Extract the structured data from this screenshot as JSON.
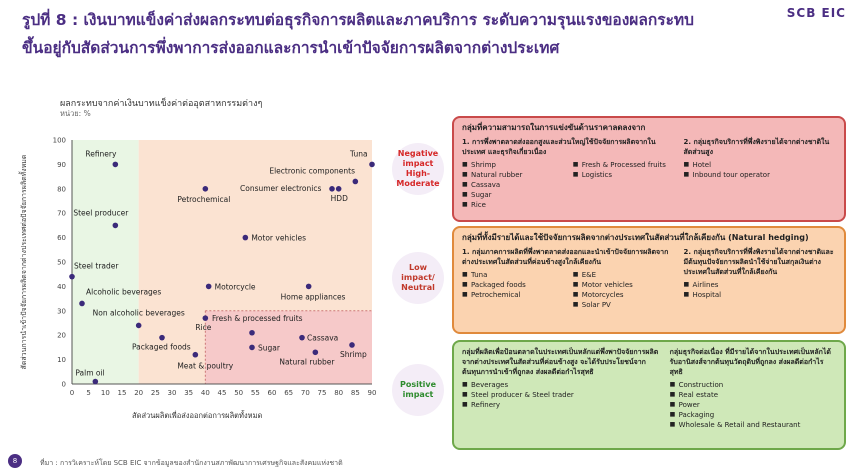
{
  "header": {
    "title_line1": "รูปที่ 8 : เงินบาทแข็งค่าส่งผลกระทบต่อธุรกิจการผลิตและภาคบริการ ระดับความรุนแรงของผลกระทบ",
    "title_line2": "ขึ้นอยู่กับสัดส่วนการพึ่งพาการส่งออกและการนำเข้าปัจจัยการผลิตจากต่างประเทศ",
    "logo": "SCB EIC"
  },
  "chart_data": {
    "type": "scatter",
    "title": "ผลกระทบจากค่าเงินบาทแข็งค่าต่ออุตสาหกรรมต่างๆ",
    "unit": "หน่วย: %",
    "xlabel": "สัดส่วนผลิตเพื่อส่งออกต่อการผลิตทั้งหมด",
    "ylabel": "สัดส่วนการนำเข้าปัจจัยการผลิตจากต่างประเทศต่อปัจจัยการผลิตทั้งหมด",
    "xlim": [
      0,
      90
    ],
    "ylim": [
      0,
      100
    ],
    "xticks": [
      0,
      5,
      10,
      15,
      20,
      25,
      30,
      35,
      40,
      45,
      50,
      55,
      60,
      65,
      70,
      75,
      80,
      85,
      90
    ],
    "yticks": [
      0,
      10,
      20,
      30,
      40,
      50,
      60,
      70,
      80,
      90,
      100
    ],
    "point_color": "#3b2a7a",
    "points": [
      {
        "label": "Tuna",
        "x": 90,
        "y": 90
      },
      {
        "label": "Electronic components",
        "x": 85,
        "y": 83
      },
      {
        "label": "Consumer electronics",
        "x": 78,
        "y": 80
      },
      {
        "label": "HDD",
        "x": 80,
        "y": 80
      },
      {
        "label": "Refinery",
        "x": 13,
        "y": 90
      },
      {
        "label": "Petrochemical",
        "x": 40,
        "y": 80
      },
      {
        "label": "Steel producer",
        "x": 13,
        "y": 65
      },
      {
        "label": "Motor vehicles",
        "x": 52,
        "y": 60
      },
      {
        "label": "Steel trader",
        "x": 0,
        "y": 44
      },
      {
        "label": "Motorcycle",
        "x": 41,
        "y": 40
      },
      {
        "label": "Alcoholic beverages",
        "x": 3,
        "y": 33
      },
      {
        "label": "Home appliances",
        "x": 71,
        "y": 40
      },
      {
        "label": "Non alcoholic beverages",
        "x": 20,
        "y": 24
      },
      {
        "label": "Rice",
        "x": 40,
        "y": 27
      },
      {
        "label": "Fresh & processed fruits",
        "x": 54,
        "y": 21
      },
      {
        "label": "Packaged foods",
        "x": 27,
        "y": 19
      },
      {
        "label": "Cassava",
        "x": 69,
        "y": 19
      },
      {
        "label": "Sugar",
        "x": 54,
        "y": 15
      },
      {
        "label": "Shrimp",
        "x": 84,
        "y": 16
      },
      {
        "label": "Natural rubber",
        "x": 73,
        "y": 13
      },
      {
        "label": "Meat & poultry",
        "x": 37,
        "y": 12
      },
      {
        "label": "Palm oil",
        "x": 7,
        "y": 1
      }
    ]
  },
  "impact": {
    "negative": "Negative impact High-Moderate",
    "low": "Low impact/ Neutral",
    "positive": "Positive impact"
  },
  "box_neg": {
    "head": "กลุ่มที่ความสามารถในการแข่งขันด้านราคาลดลงจาก",
    "sub1": "1. การพึ่งพาตลาดส่งออกสูงและส่วนใหญ่ใช้ปัจจัยการผลิตจากในประเทศ และธุรกิจเกี่ยวเนื่อง",
    "list1a": [
      "Shrimp",
      "Natural rubber",
      "Cassava",
      "Sugar",
      "Rice"
    ],
    "list1b": [
      "Fresh & Processed fruits",
      "Logistics"
    ],
    "sub2": "2. กลุ่มธุรกิจบริการที่พึ่งพิงรายได้จากต่างชาติในสัดส่วนสูง",
    "list2": [
      "Hotel",
      "Inbound tour operator"
    ]
  },
  "box_low": {
    "head": "กลุ่มที่ทั้งมีรายได้และใช้ปัจจัยการผลิตจากต่างประเทศในสัดส่วนที่ใกล้เคียงกัน (Natural hedging)",
    "sub1": "1. กลุ่มภาคการผลิตที่พึ่งพาตลาดส่งออกและนำเข้าปัจจัยการผลิตจากต่างประเทศในสัดส่วนที่ค่อนข้างสูงใกล้เคียงกัน",
    "list1a": [
      "Tuna",
      "Packaged foods",
      "Petrochemical"
    ],
    "list1b": [
      "E&E",
      "Motor vehicles",
      "Motorcycles",
      "Solar PV"
    ],
    "sub2": "2. กลุ่มธุรกิจบริการที่พึ่งพิงรายได้จากต่างชาติและมีต้นทุนปัจจัยการผลิตนำใช้จ่ายในสกุลเงินต่างประเทศในสัดส่วนที่ใกล้เคียงกัน",
    "list2": [
      "Airlines",
      "Hospital"
    ]
  },
  "box_pos": {
    "sub1": "กลุ่มที่ผลิตเพื่อป้อนตลาดในประเทศเป็นหลักแต่พึ่งพาปัจจัยการผลิตจากต่างประเทศในสัดส่วนที่ค่อนข้างสูง จะได้รับประโยชน์จากต้นทุนการนำเข้าที่ถูกลง ส่งผลดีต่อกำไรสุทธิ",
    "list1": [
      "Beverages",
      "Steel producer & Steel trader",
      "Refinery"
    ],
    "sub2": "กลุ่มธุรกิจต่อเนื่อง ที่มีรายได้จากในประเทศเป็นหลักได้รับอานิสงส์จากต้นทุนวัตถุดิบที่ถูกลง ส่งผลดีต่อกำไรสุทธิ",
    "list2": [
      "Construction",
      "Real estate",
      "Power",
      "Packaging",
      "Wholesale & Retail and Restaurant"
    ]
  },
  "footer": {
    "page": "8",
    "source": "ที่มา : การวิเคราะห์โดย SCB EIC จากข้อมูลของสำนักงานสภาพัฒนาการเศรษฐกิจและสังคมแห่งชาติ"
  }
}
